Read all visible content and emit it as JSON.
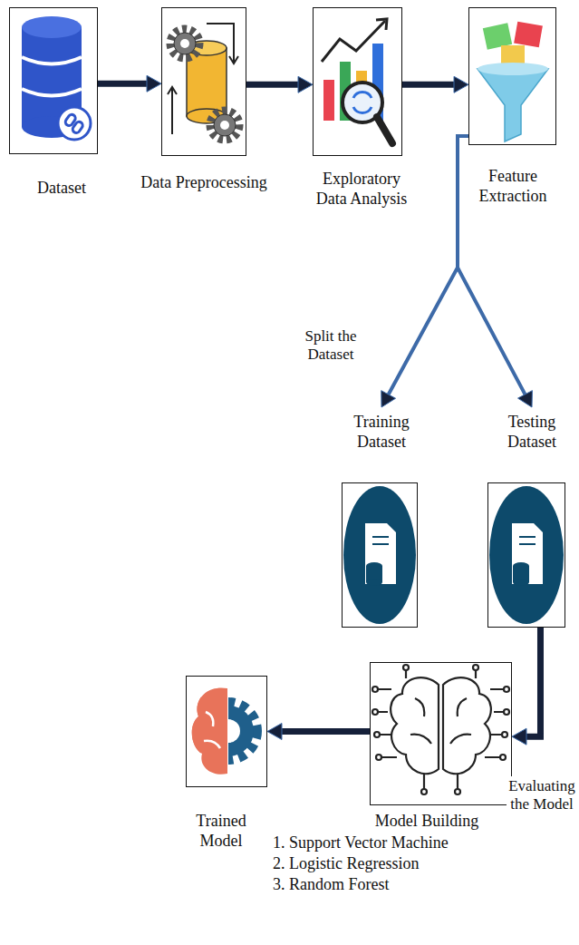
{
  "diagram": {
    "nodes": [
      {
        "text": [
          "Dataset"
        ]
      },
      {
        "text": [
          "Data Preprocessing"
        ]
      },
      {
        "text": [
          "Exploratory Data Analysis"
        ]
      },
      {
        "text": [
          "Feature Extraction"
        ]
      },
      {
        "text": [
          "Training Dataset"
        ]
      },
      {
        "text": [
          "Testing Dataset"
        ]
      },
      {
        "text": [
          "Model Building",
          "1. Support Vector Machine",
          "2. Logistic Regression",
          "3. Random Forest"
        ]
      },
      {
        "text": [
          "Trained Model"
        ]
      }
    ],
    "edges": [
      {
        "from": 0,
        "to": 1,
        "arrow": "to"
      },
      {
        "from": 1,
        "to": 2,
        "arrow": "to"
      },
      {
        "from": 2,
        "to": 3,
        "arrow": "to"
      },
      {
        "from": 3,
        "to": 4,
        "arrow": "to",
        "label": "Split the Dataset"
      },
      {
        "from": 3,
        "to": 5,
        "arrow": "to"
      },
      {
        "from": 5,
        "to": 6,
        "arrow": "to",
        "label": "Evaluating the Model"
      },
      {
        "from": 6,
        "to": 7,
        "arrow": "to"
      }
    ]
  }
}
